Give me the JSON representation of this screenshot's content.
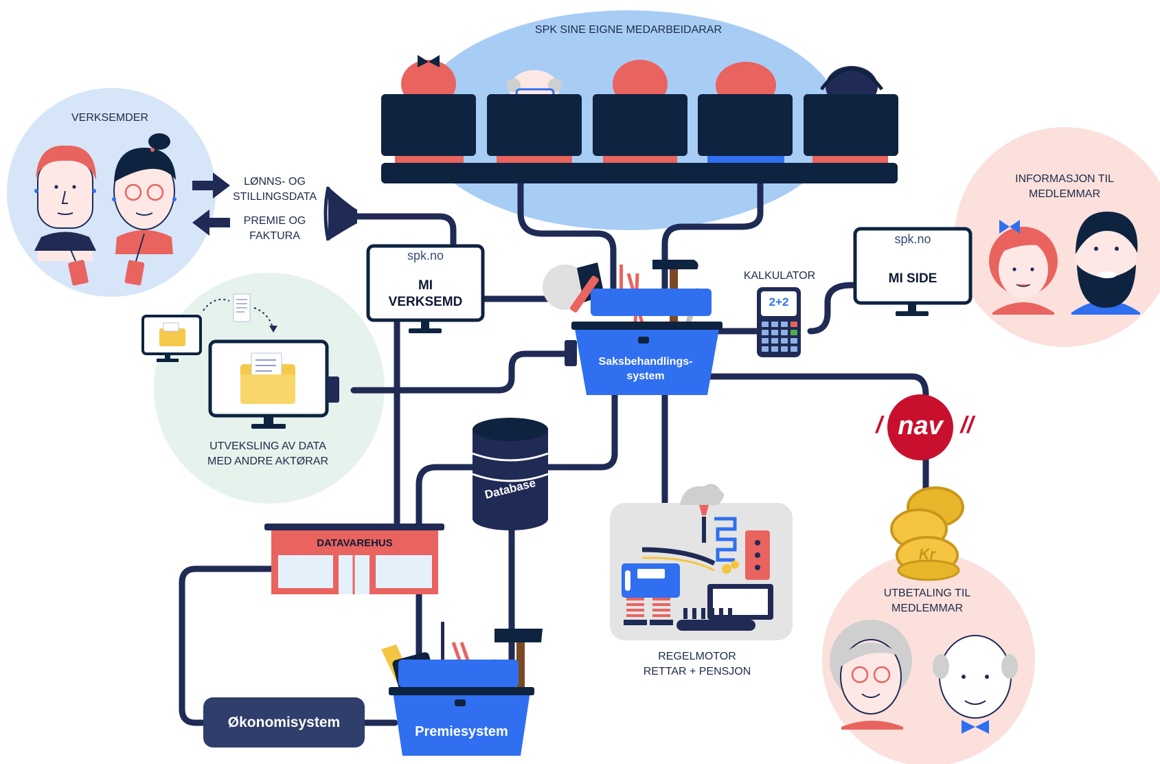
{
  "colors": {
    "navy": "#1f2a55",
    "dark_screen": "#0e2340",
    "blue": "#2f6ff0",
    "red": "#e9635f",
    "skin": "#fde8e6",
    "light_blue": "#a8cdf5",
    "mint": "#e6f2ec",
    "pink_circle": "#fbe0dc",
    "pale_blue_circle": "#d6e6f8",
    "nav_red": "#c8102e",
    "gold": "#f5c542"
  },
  "employees": {
    "title": "SPK SINE EIGNE MEDARBEIDARAR"
  },
  "companies": {
    "title": "VERKSEMDER"
  },
  "arrows": {
    "salary_data": [
      "LØNNS- OG",
      "STILLINGSDATA"
    ],
    "premium_invoice": [
      "PREMIE OG",
      "FAKTURA"
    ]
  },
  "mi_verksemd": {
    "site": "spk.no",
    "title": [
      "MI",
      "VERKSEMD"
    ]
  },
  "mi_side": {
    "site": "spk.no",
    "title": "MI SIDE"
  },
  "calculator": {
    "label": "KALKULATOR",
    "display": "2+2"
  },
  "members_info": {
    "title": [
      "INFORMASJON TIL",
      "MEDLEMMAR"
    ]
  },
  "case_system": {
    "label": [
      "Saksbehandlings-",
      "system"
    ]
  },
  "data_exchange": {
    "title": [
      "UTVEKSLING AV DATA",
      "MED ANDRE AKTØRAR"
    ]
  },
  "database": {
    "label": "Database"
  },
  "nav": {
    "logo": "nav",
    "slashes_left": "/",
    "slashes_right": "//"
  },
  "rule_engine": {
    "title": [
      "REGELMOTOR",
      "RETTAR + PENSJON"
    ]
  },
  "payout": {
    "title": [
      "UTBETALING TIL",
      "MEDLEMMAR"
    ]
  },
  "warehouse": {
    "label": "DATAVAREHUS"
  },
  "economy": {
    "label": "Økonomisystem"
  },
  "premium": {
    "label": "Premiesystem"
  },
  "coins": {
    "symbol": "Kr"
  }
}
